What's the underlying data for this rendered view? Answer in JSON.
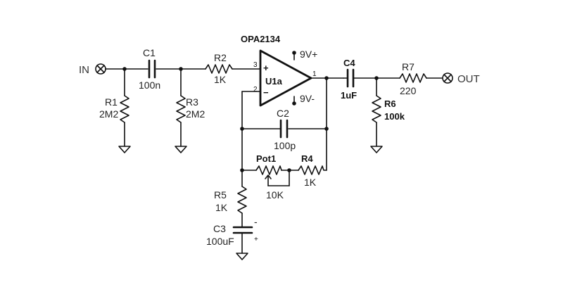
{
  "ports": {
    "input": "IN",
    "output": "OUT"
  },
  "opamp": {
    "part": "OPA2134",
    "ref": "U1a",
    "supply_pos": "9V+",
    "supply_neg": "9V-",
    "plus_sign": "+",
    "minus_sign": "−",
    "pin_noninv": "3",
    "pin_inv": "2",
    "pin_out": "1"
  },
  "components": {
    "c1": {
      "ref": "C1",
      "value": "100n"
    },
    "r1": {
      "ref": "R1",
      "value": "2M2"
    },
    "r2": {
      "ref": "R2",
      "value": "1K"
    },
    "r3": {
      "ref": "R3",
      "value": "2M2"
    },
    "c2": {
      "ref": "C2",
      "value": "100p"
    },
    "pot1": {
      "ref": "Pot1",
      "value": "10K"
    },
    "r4": {
      "ref": "R4",
      "value": "1K"
    },
    "r5": {
      "ref": "R5",
      "value": "1K"
    },
    "c3": {
      "ref": "C3",
      "value": "100uF",
      "neg_mark": "-",
      "pos_mark": "+"
    },
    "c4": {
      "ref": "C4",
      "value": "1uF"
    },
    "r6": {
      "ref": "R6",
      "value": "100k"
    },
    "r7": {
      "ref": "R7",
      "value": "220"
    }
  }
}
